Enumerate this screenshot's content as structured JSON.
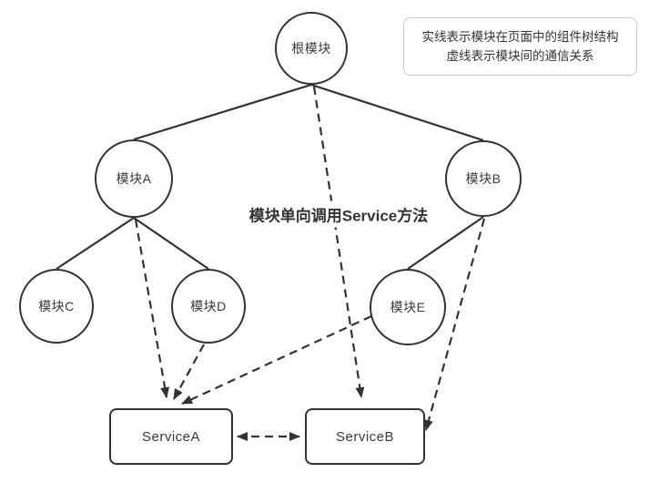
{
  "diagram": {
    "title_annotation": "模块单向调用Service方法",
    "legend": {
      "line1": "实线表示模块在页面中的组件树结构",
      "line2": "虚线表示模块间的通信关系"
    },
    "nodes": {
      "root": {
        "label": "根模块",
        "shape": "circle"
      },
      "module_a": {
        "label": "模块A",
        "shape": "circle"
      },
      "module_b": {
        "label": "模块B",
        "shape": "circle"
      },
      "module_c": {
        "label": "模块C",
        "shape": "circle"
      },
      "module_d": {
        "label": "模块D",
        "shape": "circle"
      },
      "module_e": {
        "label": "模块E",
        "shape": "circle"
      },
      "service_a": {
        "label": "ServiceA",
        "shape": "rect"
      },
      "service_b": {
        "label": "ServiceB",
        "shape": "rect"
      }
    },
    "tree_edges": [
      {
        "from": "根模块",
        "to": "模块A"
      },
      {
        "from": "根模块",
        "to": "模块B"
      },
      {
        "from": "模块A",
        "to": "模块C"
      },
      {
        "from": "模块A",
        "to": "模块D"
      },
      {
        "from": "模块B",
        "to": "模块E"
      }
    ],
    "communication_edges": [
      {
        "from": "根模块",
        "to": "ServiceB",
        "arrows": "to"
      },
      {
        "from": "模块A",
        "to": "ServiceA",
        "arrows": "to"
      },
      {
        "from": "模块D",
        "to": "ServiceA",
        "arrows": "to"
      },
      {
        "from": "模块E",
        "to": "ServiceA",
        "arrows": "to"
      },
      {
        "from": "模块B",
        "to": "ServiceB",
        "arrows": "to"
      },
      {
        "from": "ServiceA",
        "to": "ServiceB",
        "arrows": "both"
      }
    ],
    "colors": {
      "stroke": "#333333",
      "text": "#333333",
      "legend_border": "#c9c9c9",
      "background": "#ffffff"
    }
  }
}
